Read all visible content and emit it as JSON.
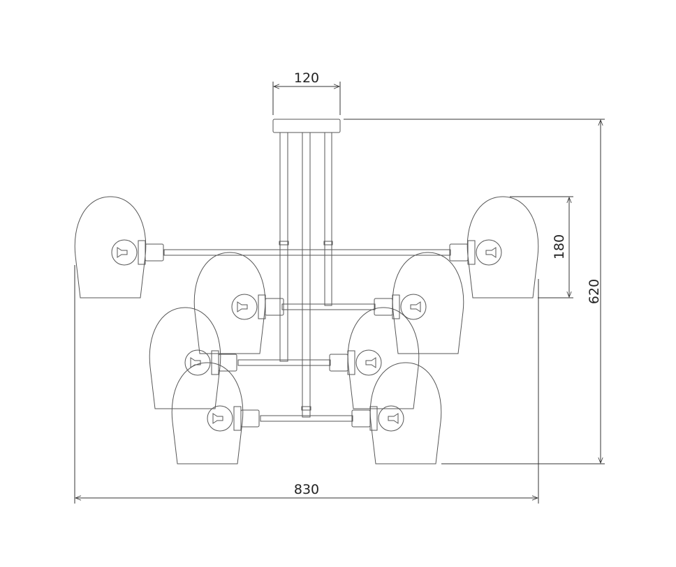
{
  "dimensions": {
    "canopy_width": "120",
    "total_height": "620",
    "shade_height": "180",
    "total_width": "830"
  },
  "colors": {
    "line": "#555555",
    "dimension": "#333333"
  }
}
